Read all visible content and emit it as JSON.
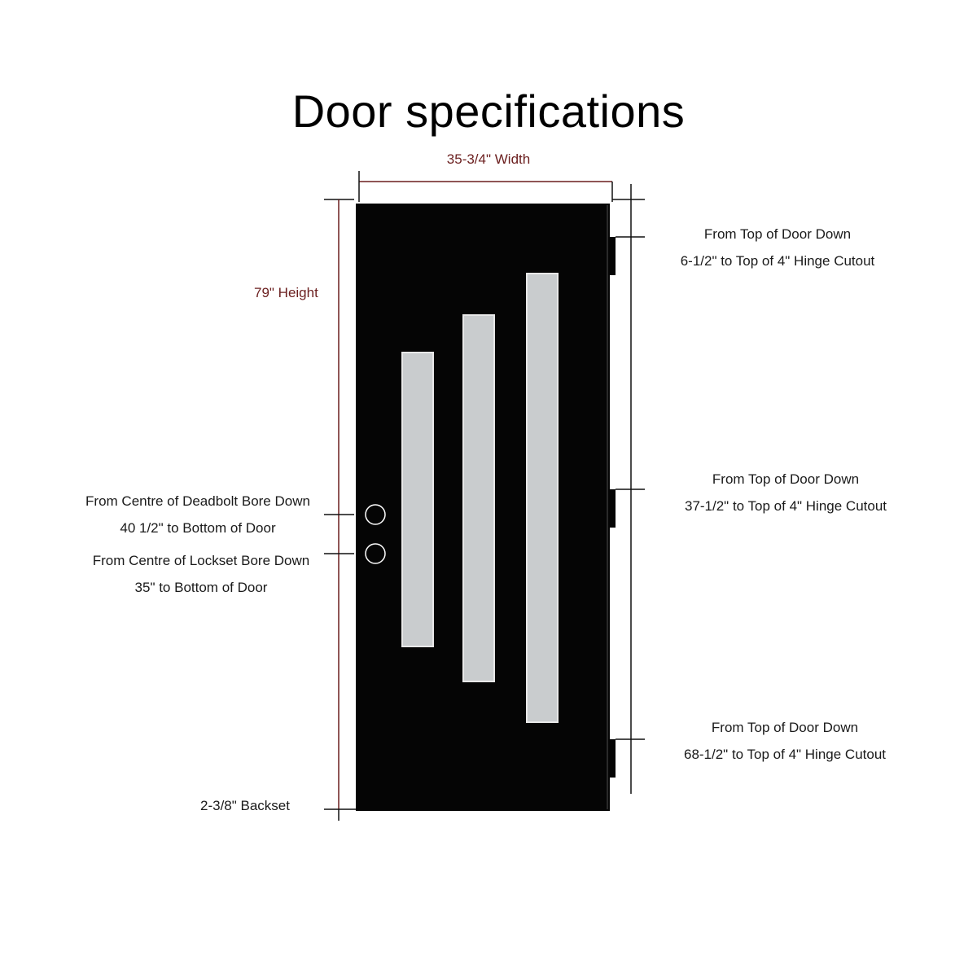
{
  "title": "Door specifications",
  "dimensions": {
    "width": "35-3/4\" Width",
    "height": "79\" Height"
  },
  "hinges": [
    {
      "line1": "From Top of Door Down",
      "line2": "6-1/2\" to Top of 4\" Hinge Cutout"
    },
    {
      "line1": "From Top of Door Down",
      "line2": "37-1/2\" to Top of 4\" Hinge Cutout"
    },
    {
      "line1": "From Top of Door Down",
      "line2": "68-1/2\" to Top of 4\" Hinge Cutout"
    }
  ],
  "bores": {
    "deadbolt": {
      "line1": "From Centre of Deadbolt Bore Down",
      "line2": "40 1/2\" to Bottom of Door"
    },
    "lockset": {
      "line1": "From Centre of Lockset Bore Down",
      "line2": "35\" to Bottom of Door"
    }
  },
  "backset": "2-3/8\" Backset",
  "colors": {
    "door": "#050505",
    "glass": "#c9ccce",
    "dimension": "#6b1f1f",
    "lines": "#111111"
  }
}
